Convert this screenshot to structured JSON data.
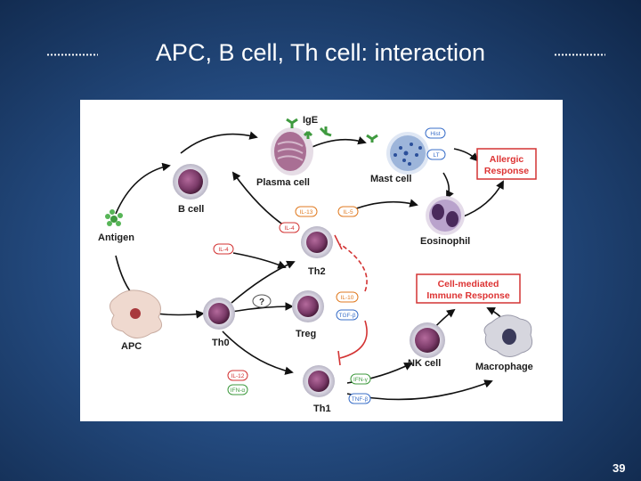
{
  "slide": {
    "title": "APC, B cell, Th cell: interaction",
    "page_number": "39"
  },
  "diagram": {
    "cells": {
      "antigen": "Antigen",
      "apc": "APC",
      "b_cell": "B cell",
      "plasma_cell": "Plasma cell",
      "mast_cell": "Mast cell",
      "eosinophil": "Eosinophil",
      "th0": "Th0",
      "th2": "Th2",
      "treg": "Treg",
      "th1": "Th1",
      "nk_cell": "NK cell",
      "macrophage": "Macrophage",
      "ige": "IgE",
      "unknown": "?"
    },
    "cytokines": {
      "il13": "IL-13",
      "il5": "IL-5",
      "il4_a": "IL-4",
      "il4_b": "IL-4",
      "il10": "IL-10",
      "tgfb": "TGF-β",
      "il12": "IL-12",
      "ifna": "IFN-α",
      "ifng": "IFN-γ",
      "tnfb": "TNF-β",
      "hist": "Hist",
      "lt": "LT"
    },
    "responses": {
      "allergic_1": "Allergic",
      "allergic_2": "Response",
      "cell_mediated_1": "Cell-mediated",
      "cell_mediated_2": "Immune Response"
    },
    "colors": {
      "red": "#d33333",
      "cytokine_blue": "#3a6fc9",
      "cytokine_orange": "#e07a20",
      "cytokine_green": "#3f9a3f",
      "cell_purple": "#7a3a68"
    }
  }
}
